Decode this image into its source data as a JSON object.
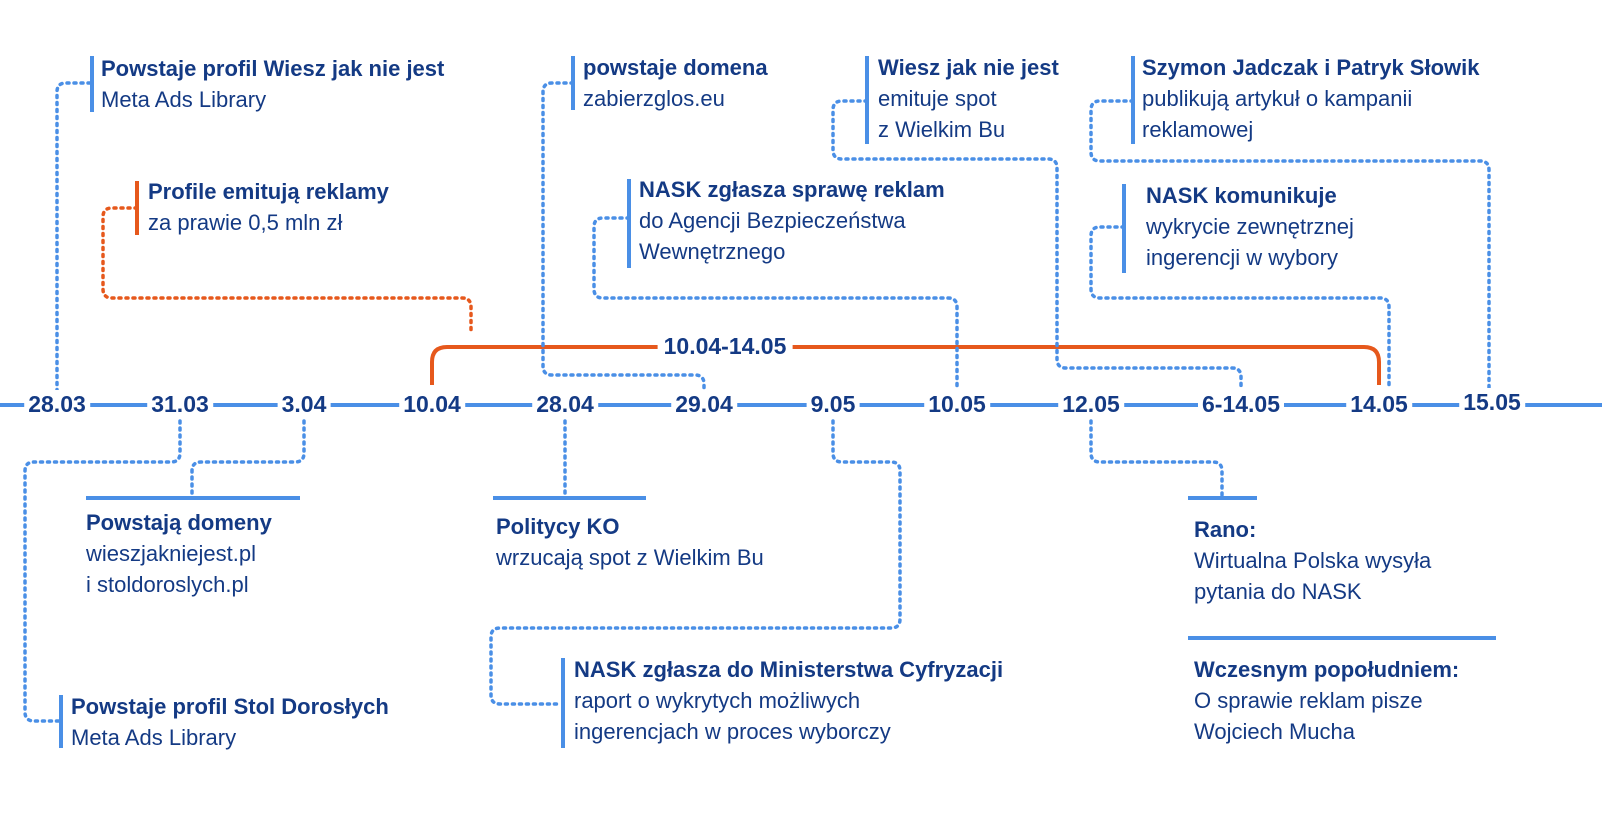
{
  "colors": {
    "text": "#143a84",
    "blue": "#4a8fe6",
    "orange": "#e6581c"
  },
  "range_label": "10.04-14.05",
  "dates": [
    "28.03",
    "31.03",
    "3.04",
    "10.04",
    "28.04",
    "29.04",
    "9.05",
    "10.05",
    "12.05",
    "6-14.05",
    "14.05",
    "15.05"
  ],
  "events": {
    "profil_wiesz": {
      "title": "Powstaje profil Wiesz jak nie jest",
      "lines": [
        "Meta Ads Library"
      ]
    },
    "profile_emituja": {
      "title": "Profile emitują reklamy",
      "lines": [
        "za prawie 0,5 mln zł"
      ]
    },
    "domena_zabierz": {
      "title": "powstaje domena",
      "lines": [
        "zabierzglos.eu"
      ]
    },
    "nask_abw": {
      "title": "NASK zgłasza sprawę reklam",
      "lines": [
        "do Agencji Bezpieczeństwa",
        "Wewnętrznego"
      ]
    },
    "wiesz_spot": {
      "title": "Wiesz jak nie jest",
      "lines": [
        "emituje spot",
        "z Wielkim Bu"
      ]
    },
    "jadczak": {
      "title": "Szymon Jadczak i Patryk Słowik",
      "lines": [
        "publikują artykuł o kampanii",
        "reklamowej"
      ]
    },
    "nask_komunikuje": {
      "title": "NASK komunikuje",
      "lines": [
        "wykrycie zewnętrznej",
        "ingerencji w wybory"
      ]
    },
    "domeny": {
      "title": "Powstają domeny",
      "lines": [
        "wieszjakniejest.pl",
        "i stoldoroslych.pl"
      ]
    },
    "profil_stol": {
      "title": "Powstaje profil Stol Dorosłych",
      "lines": [
        "Meta Ads Library"
      ]
    },
    "politycy_ko": {
      "title": "Politycy KO",
      "lines": [
        "wrzucają spot z Wielkim Bu"
      ]
    },
    "nask_ministerstwo": {
      "title": "NASK zgłasza do Ministerstwa Cyfryzacji",
      "lines": [
        "raport o wykrytych możliwych",
        "ingerencjach w proces wyborczy"
      ]
    },
    "rano": {
      "title": "Rano:",
      "lines": [
        "Wirtualna Polska wysyła",
        "pytania do NASK"
      ]
    },
    "popoludnie": {
      "title": "Wczesnym popołudniem:",
      "lines": [
        "O sprawie reklam pisze",
        "Wojciech Mucha"
      ]
    }
  }
}
